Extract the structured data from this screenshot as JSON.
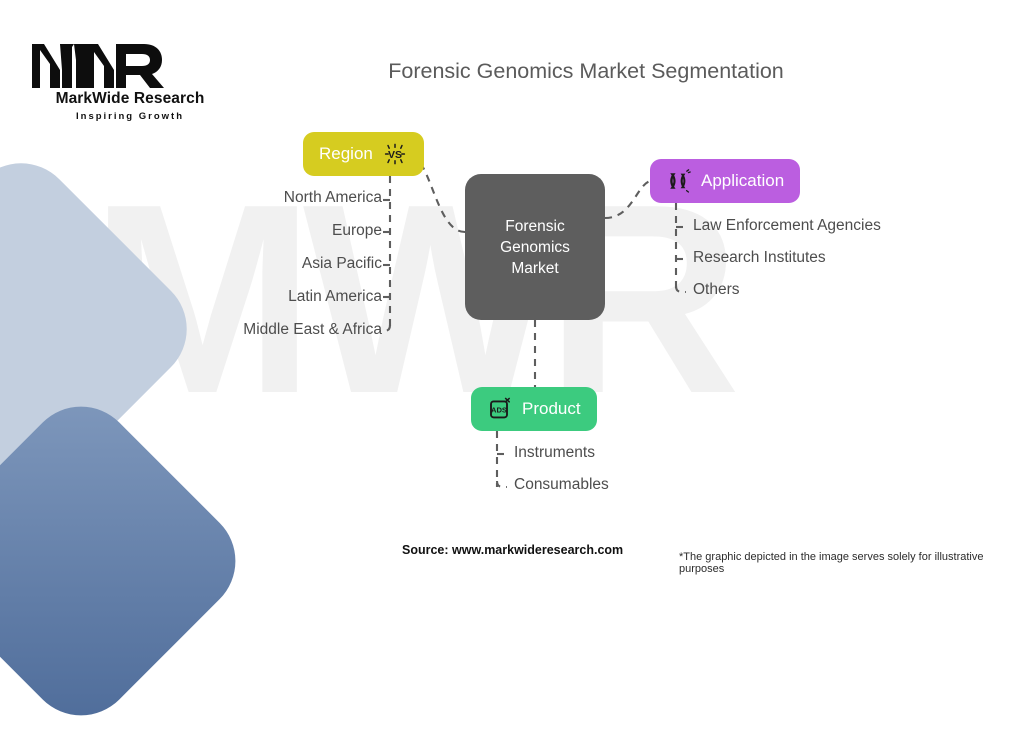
{
  "logo": {
    "mark_alt": "mwr-monogram",
    "name": "MarkWide Research",
    "tagline": "Inspiring Growth"
  },
  "watermark": "MWR",
  "title": "Forensic Genomics Market Segmentation",
  "center_node": {
    "label": "Forensic\nGenomics\nMarket",
    "line1": "Forensic",
    "line2": "Genomics",
    "line3": "Market",
    "color": "#5e5e5e"
  },
  "branches": [
    {
      "id": "region",
      "label": "Region",
      "color": "#d6cc20",
      "icon": "versus-burst-icon",
      "items": [
        "North America",
        "Europe",
        "Asia Pacific",
        "Latin America",
        "Middle East & Africa"
      ]
    },
    {
      "id": "application",
      "label": "Application",
      "color": "#bb5ee0",
      "icon": "chromosome-icon",
      "items": [
        "Law Enforcement Agencies",
        "Research Institutes",
        "Others"
      ]
    },
    {
      "id": "product",
      "label": "Product",
      "color": "#3ccb7f",
      "icon": "ads-box-icon",
      "items": [
        "Instruments",
        "Consumables"
      ]
    }
  ],
  "footer": {
    "source": "Source: www.markwideresearch.com",
    "disclaimer": "*The graphic depicted in the image serves solely for illustrative purposes"
  },
  "theme": {
    "background": "#ffffff",
    "connector": "#5e5e5e",
    "leaf_text": "#4d4d4d",
    "title_text": "#5b5b5b",
    "decor_light": "#c3cfdf",
    "decor_dark": "#4d6b99"
  }
}
